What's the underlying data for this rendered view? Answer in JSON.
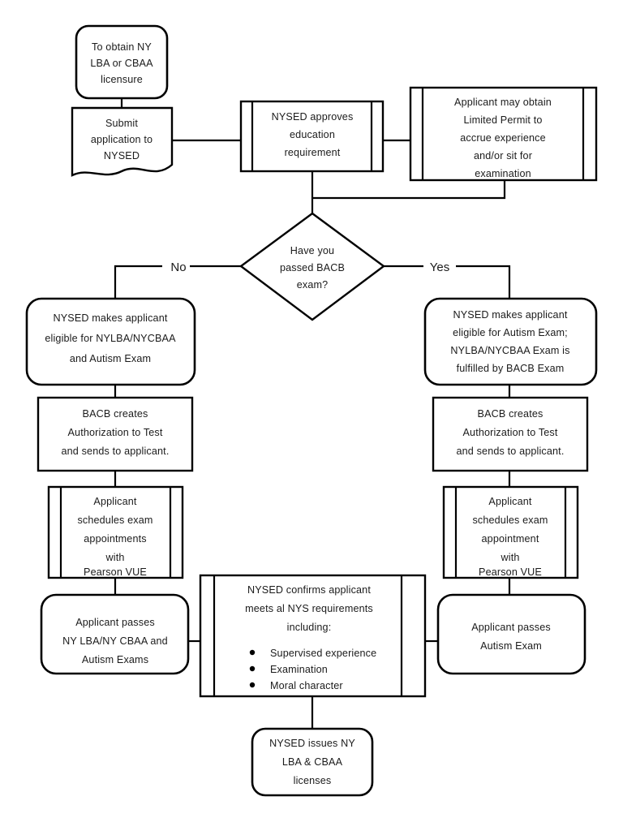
{
  "diagram": {
    "title": "To obtain NY LBA or CBAA licensure",
    "type": "flowchart",
    "orientation": "top-down",
    "background_color": "#ffffff",
    "line_color": "#000000",
    "text_color": "#1b1b1b"
  },
  "nodes": {
    "start": {
      "id": "start",
      "shape": "terminator",
      "lines": [
        "To obtain NY",
        "LBA or CBAA",
        "licensure"
      ]
    },
    "submit": {
      "id": "submit",
      "shape": "document",
      "lines": [
        "Submit",
        "application to",
        "NYSED"
      ]
    },
    "approves": {
      "id": "approves",
      "shape": "predefined-process",
      "lines": [
        "NYSED approves",
        "education",
        "requirement"
      ]
    },
    "permit": {
      "id": "permit",
      "shape": "predefined-process",
      "lines": [
        "Applicant may obtain",
        "Limited Permit to",
        "accrue experience",
        "and/or sit for",
        "examination"
      ]
    },
    "decision": {
      "id": "decision",
      "shape": "decision",
      "lines": [
        "Have you",
        "passed BACB",
        "exam?"
      ]
    },
    "eligible_left": {
      "id": "eligible_left",
      "shape": "terminator",
      "lines": [
        "NYSED makes applicant",
        "eligible for NYLBA/NYCBAA",
        "and Autism Exam"
      ]
    },
    "eligible_right": {
      "id": "eligible_right",
      "shape": "terminator",
      "lines": [
        "NYSED makes applicant",
        "eligible for Autism Exam;",
        "NYLBA/NYCBAA Exam is",
        "fulfilled by BACB Exam"
      ]
    },
    "bacb_left": {
      "id": "bacb_left",
      "shape": "process",
      "lines": [
        "BACB creates",
        "Authorization to Test",
        "and sends to applicant."
      ]
    },
    "bacb_right": {
      "id": "bacb_right",
      "shape": "process",
      "lines": [
        "BACB creates",
        "Authorization to Test",
        "and sends to applicant."
      ]
    },
    "schedule_left": {
      "id": "schedule_left",
      "shape": "predefined-process",
      "lines": [
        "Applicant",
        "schedules exam",
        "appointments",
        "with",
        "Pearson VUE"
      ]
    },
    "schedule_right": {
      "id": "schedule_right",
      "shape": "predefined-process",
      "lines": [
        "Applicant",
        "schedules exam",
        "appointment",
        "with",
        "Pearson VUE"
      ]
    },
    "passes_left": {
      "id": "passes_left",
      "shape": "terminator",
      "lines": [
        "Applicant passes",
        "NY LBA/NY CBAA and",
        "Autism Exams"
      ]
    },
    "passes_right": {
      "id": "passes_right",
      "shape": "terminator",
      "lines": [
        "Applicant passes",
        "Autism Exam"
      ]
    },
    "confirms": {
      "id": "confirms",
      "shape": "predefined-process",
      "lines": [
        "NYSED confirms applicant",
        "meets al NYS requirements",
        "including:"
      ],
      "bullets": [
        "Supervised experience",
        "Examination",
        "Moral character"
      ]
    },
    "issues": {
      "id": "issues",
      "shape": "terminator",
      "lines": [
        "NYSED issues NY",
        "LBA & CBAA",
        "licenses"
      ]
    }
  },
  "edge_labels": {
    "no": "No",
    "yes": "Yes"
  }
}
